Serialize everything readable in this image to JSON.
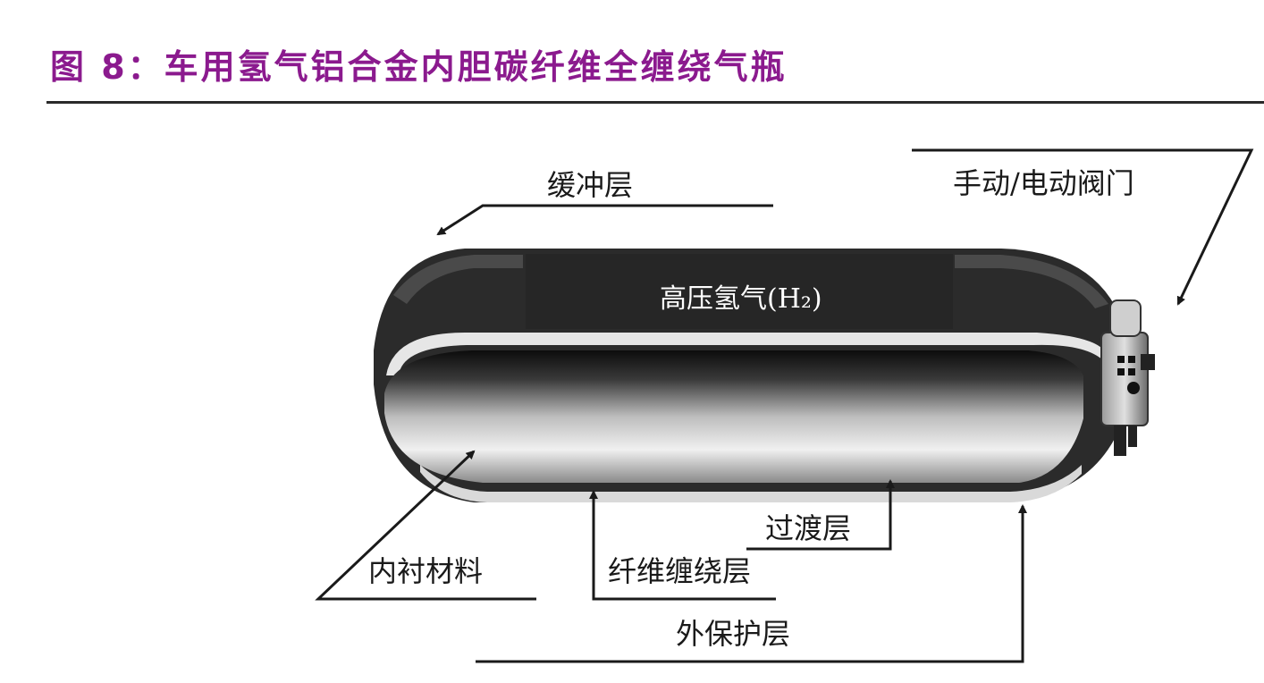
{
  "figure": {
    "title": "图 8：车用氢气铝合金内胆碳纤维全缠绕气瓶"
  },
  "diagram": {
    "labels": {
      "buffer_layer": "缓冲层",
      "valve": "手动/电动阀门",
      "hydrogen": "高压氢气(H₂)",
      "transition_layer": "过渡层",
      "liner_material": "内衬材料",
      "fiber_winding_layer": "纤维缠绕层",
      "outer_protective_layer": "外保护层"
    },
    "colors": {
      "title": "#8b1a8e",
      "shell": "#2b2b2b",
      "line": "#1a1a1a"
    }
  }
}
